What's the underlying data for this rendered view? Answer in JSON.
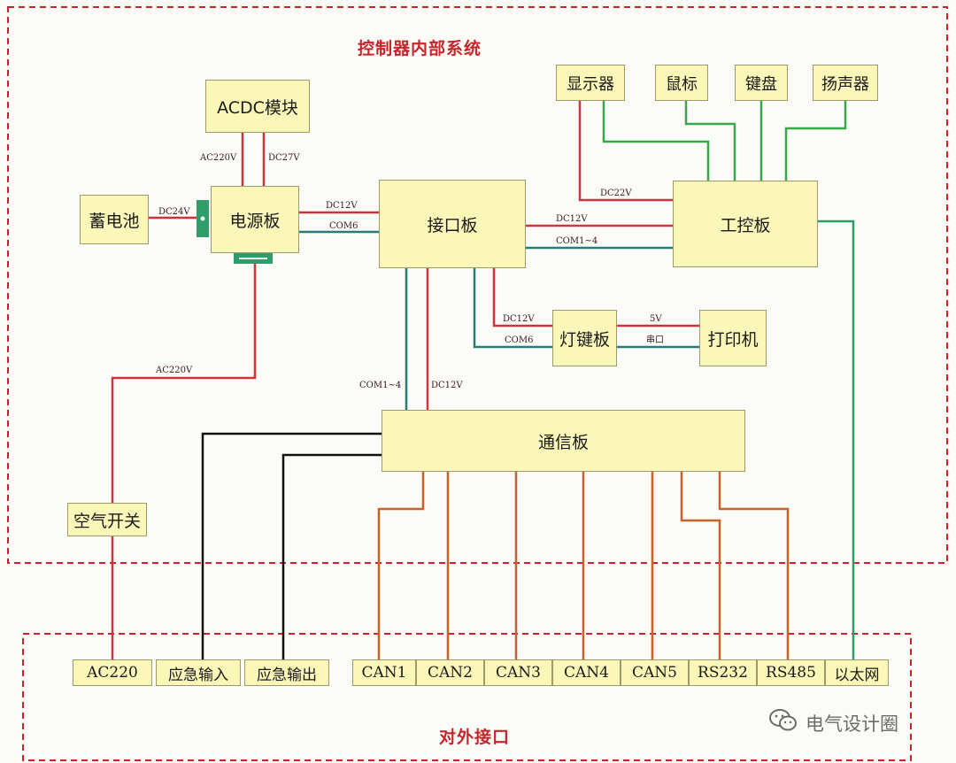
{
  "titles": {
    "internal_system": "控制器内部系统",
    "external_interfaces": "对外接口"
  },
  "modules": {
    "acdc": "ACDC模块",
    "battery": "蓄电池",
    "power_board": "电源板",
    "interface_board": "接口板",
    "industrial_pc": "工控板",
    "display": "显示器",
    "mouse": "鼠标",
    "keyboard": "键盘",
    "speaker": "扬声器",
    "light_key_board": "灯键板",
    "printer": "打印机",
    "comm_board": "通信板",
    "air_switch": "空气开关"
  },
  "ports": [
    "AC220",
    "应急输入",
    "应急输出",
    "CAN1",
    "CAN2",
    "CAN3",
    "CAN4",
    "CAN5",
    "RS232",
    "RS485",
    "以太网"
  ],
  "wire_labels": {
    "ac220v_top": "AC220V",
    "dc27v": "DC27V",
    "dc24v": "DC24V",
    "dc12v_power": "DC12V",
    "com6_power": "COM6",
    "dc12v_ipc": "DC12V",
    "com1_4_ipc": "COM1~4",
    "dc22v": "DC22V",
    "dc12v_light": "DC12V",
    "com6_light": "COM6",
    "v5": "5V",
    "serial": "串口",
    "ac220v_mid": "AC220V",
    "com1_4_comm": "COM1~4",
    "dc12v_comm": "DC12V"
  },
  "watermark": "电气设计圈",
  "colors": {
    "power_wire": "#d0343a",
    "signal_wire": "#2a7a78",
    "peripheral_wire": "#3aa64a",
    "can_wire": "#c8612a",
    "ethernet_wire": "#2e9a6a",
    "emergency_wire": "#111111",
    "boundary": "#c8242b",
    "box_fill": "#fbf7b8"
  },
  "icons": {
    "battery_connector": "connector-tag-icon",
    "power_connector": "connector-tag-icon",
    "watermark": "wechat-icon"
  }
}
